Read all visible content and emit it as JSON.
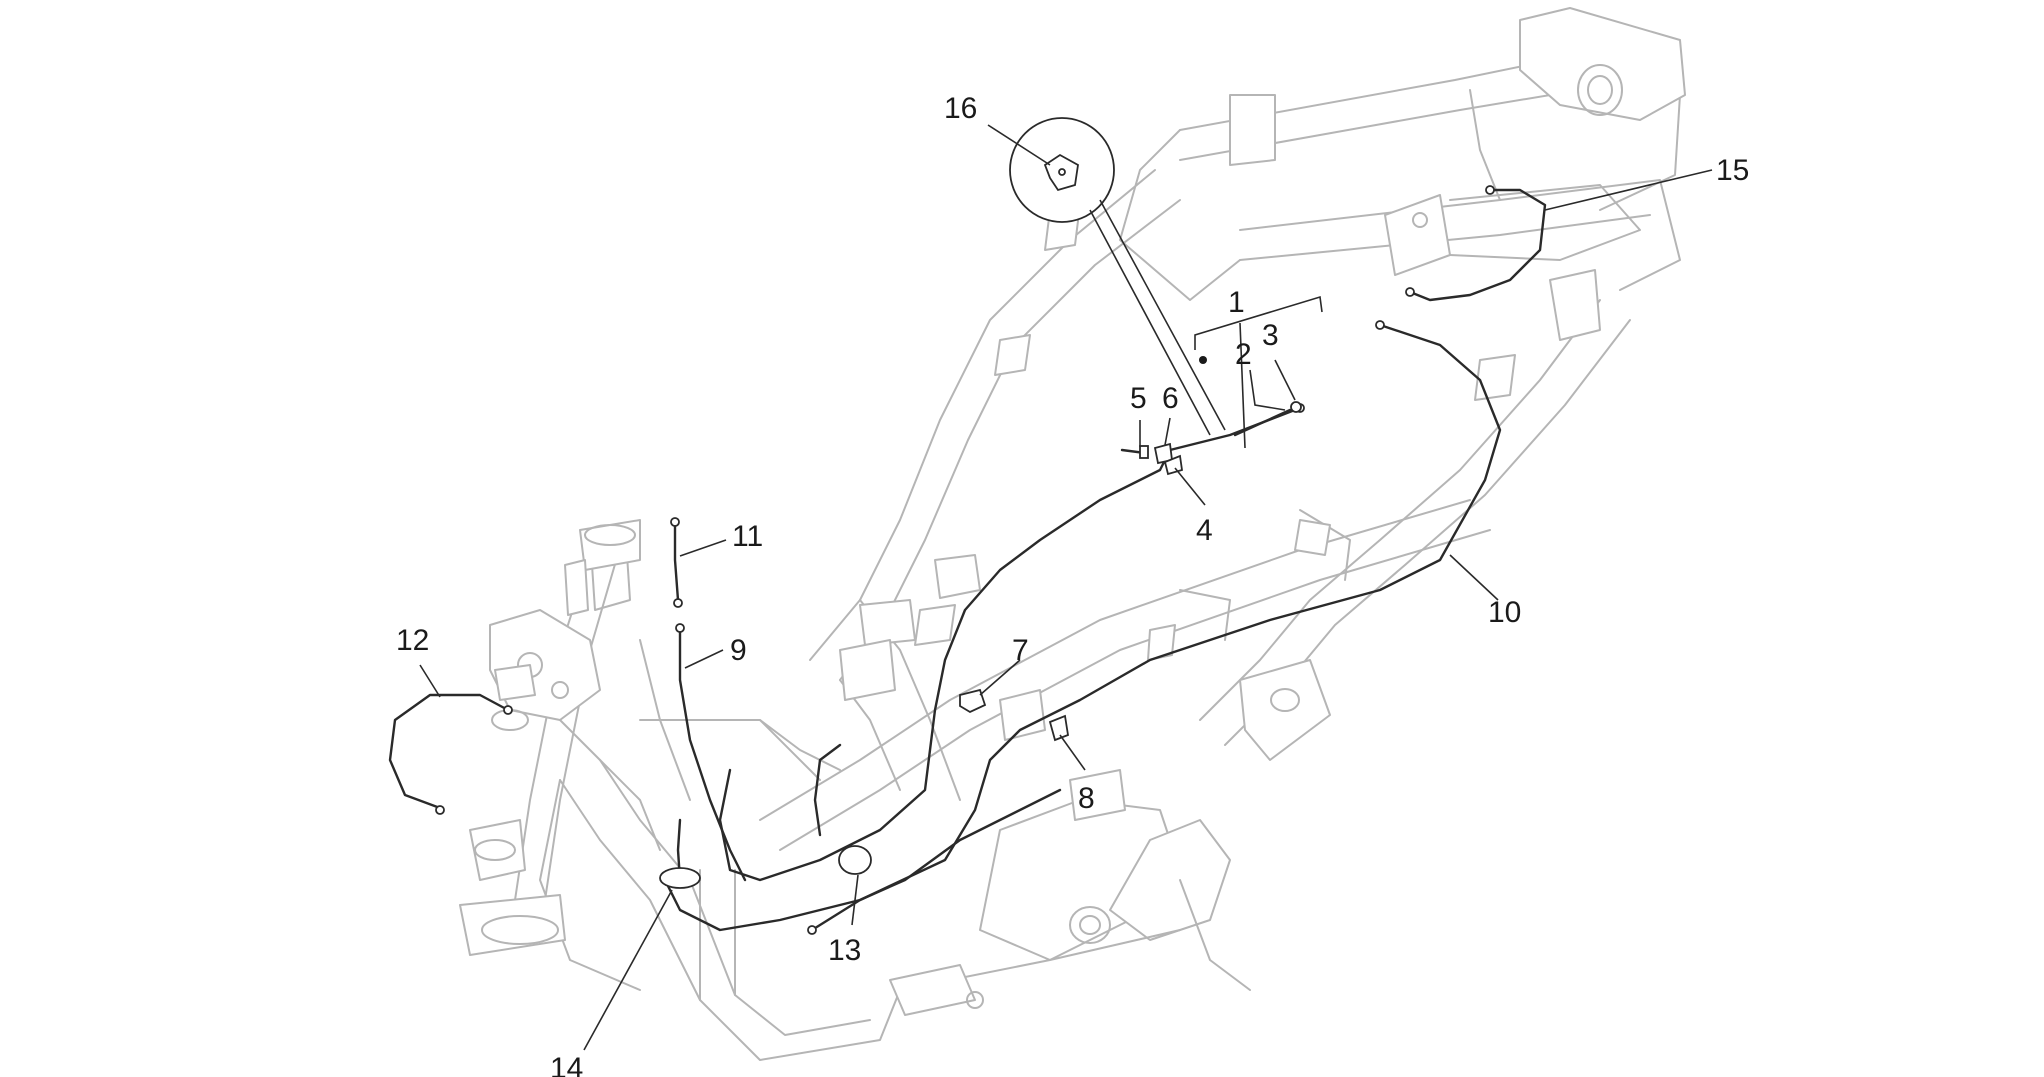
{
  "callouts": [
    {
      "id": "1",
      "label": "1"
    },
    {
      "id": "2",
      "label": "2"
    },
    {
      "id": "3",
      "label": "3"
    },
    {
      "id": "4",
      "label": "4"
    },
    {
      "id": "5",
      "label": "5"
    },
    {
      "id": "6",
      "label": "6"
    },
    {
      "id": "7",
      "label": "7"
    },
    {
      "id": "8",
      "label": "8"
    },
    {
      "id": "9",
      "label": "9"
    },
    {
      "id": "10",
      "label": "10"
    },
    {
      "id": "11",
      "label": "11"
    },
    {
      "id": "12",
      "label": "12"
    },
    {
      "id": "13",
      "label": "13"
    },
    {
      "id": "14",
      "label": "14"
    },
    {
      "id": "15",
      "label": "15"
    },
    {
      "id": "16",
      "label": "16"
    }
  ],
  "colors": {
    "frame_outline": "#b5b5b5",
    "cable": "#2a2a2a",
    "background": "#ffffff"
  }
}
